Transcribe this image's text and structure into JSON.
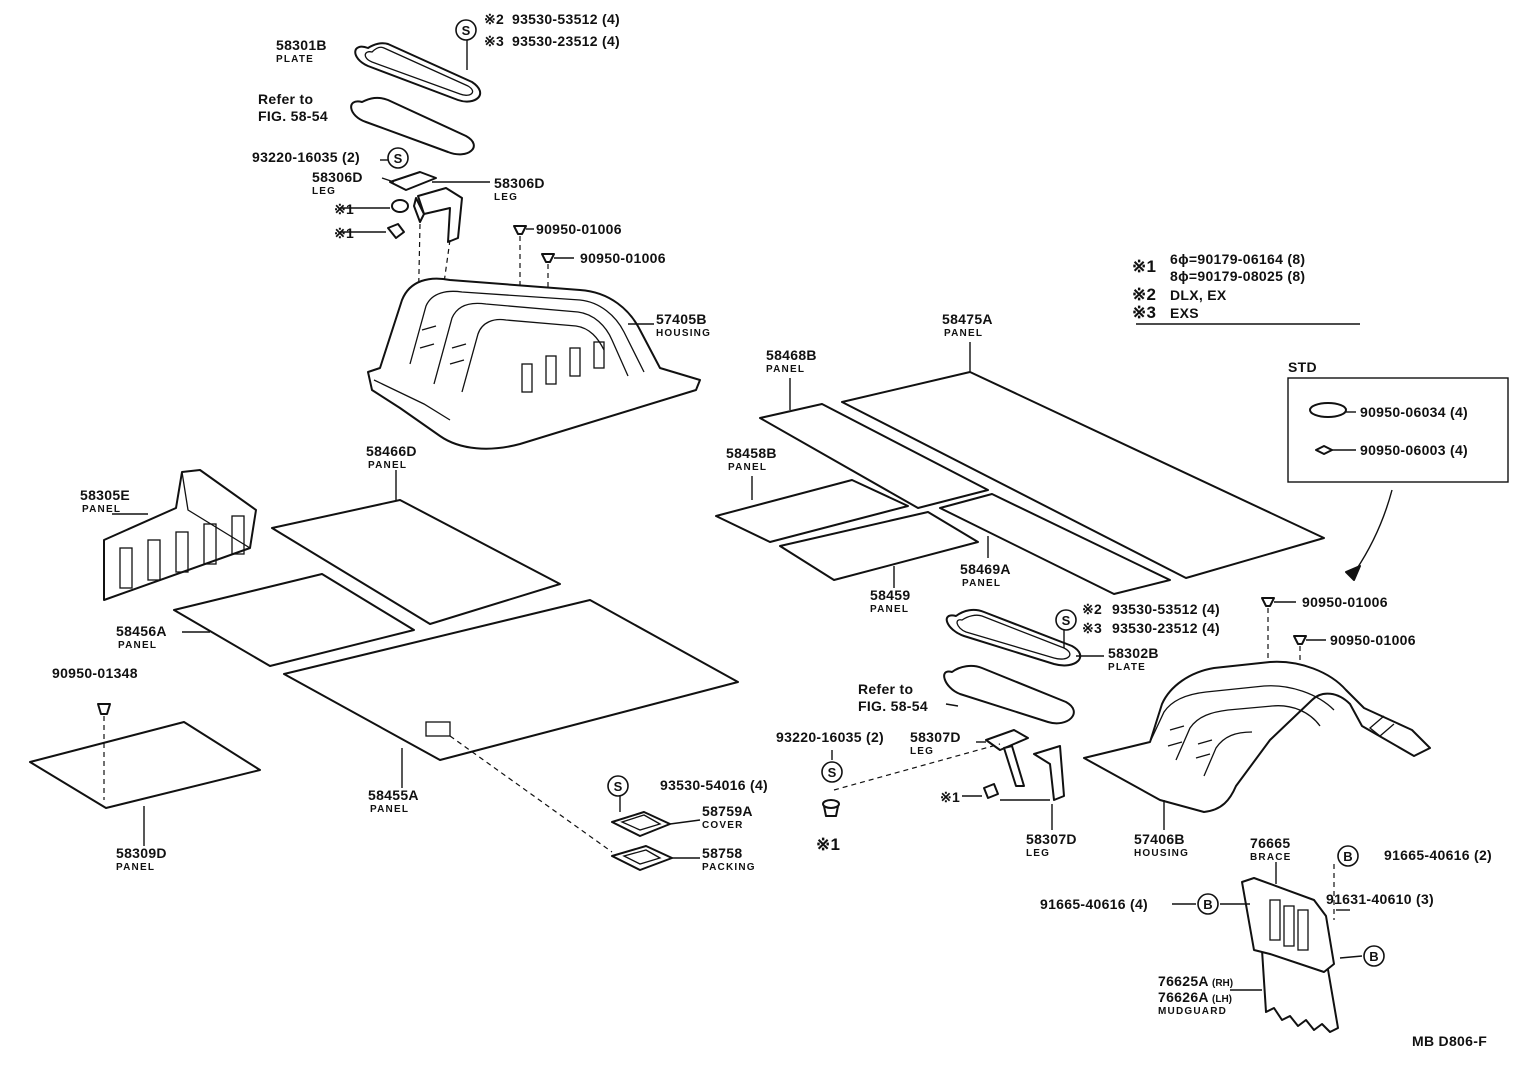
{
  "diagram_code": "MB D806-F",
  "legend": {
    "note1_mark": "※1",
    "note1_line1": "6ϕ=90179-06164 (8)",
    "note1_line2": "8ϕ=90179-08025 (8)",
    "note2_mark": "※2",
    "note2_text": "DLX, EX",
    "note3_mark": "※3",
    "note3_text": "EXS"
  },
  "std_box": {
    "title": "STD",
    "item1": "90950-06034 (4)",
    "item2": "90950-06003 (4)"
  },
  "parts": {
    "p58301b": "58301B",
    "p58301b_name": "PLATE",
    "refer_top_1": "Refer to",
    "refer_top_2": "FIG. 58-54",
    "s1_note2": "※2",
    "s1_pn2": "93530-53512 (4)",
    "s1_note3": "※3",
    "s1_pn3": "93530-23512 (4)",
    "p93220_top": "93220-16035 (2)",
    "p58306d_l": "58306D",
    "p58306d_l_name": "LEG",
    "p58306d_r": "58306D",
    "p58306d_r_name": "LEG",
    "note1_a": "※1",
    "note1_b": "※1",
    "p90950_a": "90950-01006",
    "p90950_b": "90950-01006",
    "p57405b": "57405B",
    "p57405b_name": "HOUSING",
    "p58475a": "58475A",
    "p58475a_name": "PANEL",
    "p58468b": "58468B",
    "p58468b_name": "PANEL",
    "p58458b": "58458B",
    "p58458b_name": "PANEL",
    "p58459": "58459",
    "p58459_name": "PANEL",
    "p58469a": "58469A",
    "p58469a_name": "PANEL",
    "p58466d": "58466D",
    "p58466d_name": "PANEL",
    "p58305e": "58305E",
    "p58305e_name": "PANEL",
    "p58456a": "58456A",
    "p58456a_name": "PANEL",
    "p90950_01348": "90950-01348",
    "p58309d": "58309D",
    "p58309d_name": "PANEL",
    "p58455a": "58455A",
    "p58455a_name": "PANEL",
    "p93530_54016": "93530-54016 (4)",
    "p58759a": "58759A",
    "p58759a_name": "COVER",
    "p58758": "58758",
    "p58758_name": "PACKING",
    "s2_note2": "※2",
    "s2_pn2": "93530-53512 (4)",
    "s2_note3": "※3",
    "s2_pn3": "93530-23512 (4)",
    "p58302b": "58302B",
    "p58302b_name": "PLATE",
    "refer_bot_1": "Refer to",
    "refer_bot_2": "FIG. 58-54",
    "p90950_c": "90950-01006",
    "p90950_d": "90950-01006",
    "p93220_bot": "93220-16035 (2)",
    "p58307d_t": "58307D",
    "p58307d_t_name": "LEG",
    "note1_c": "※1",
    "note1_d": "※1",
    "p58307d_b": "58307D",
    "p58307d_b_name": "LEG",
    "p57406b": "57406B",
    "p57406b_name": "HOUSING",
    "p76665": "76665",
    "p76665_name": "BRACE",
    "p91665_r": "91665-40616 (2)",
    "p91665_l": "91665-40616 (4)",
    "p91631": "91631-40610 (3)",
    "p76625a": "76625A",
    "p76625a_sfx": "(RH)",
    "p76626a": "76626A",
    "p76626a_sfx": "(LH)",
    "mudguard_name": "MUDGUARD",
    "sym_s": "S",
    "sym_b": "B"
  }
}
